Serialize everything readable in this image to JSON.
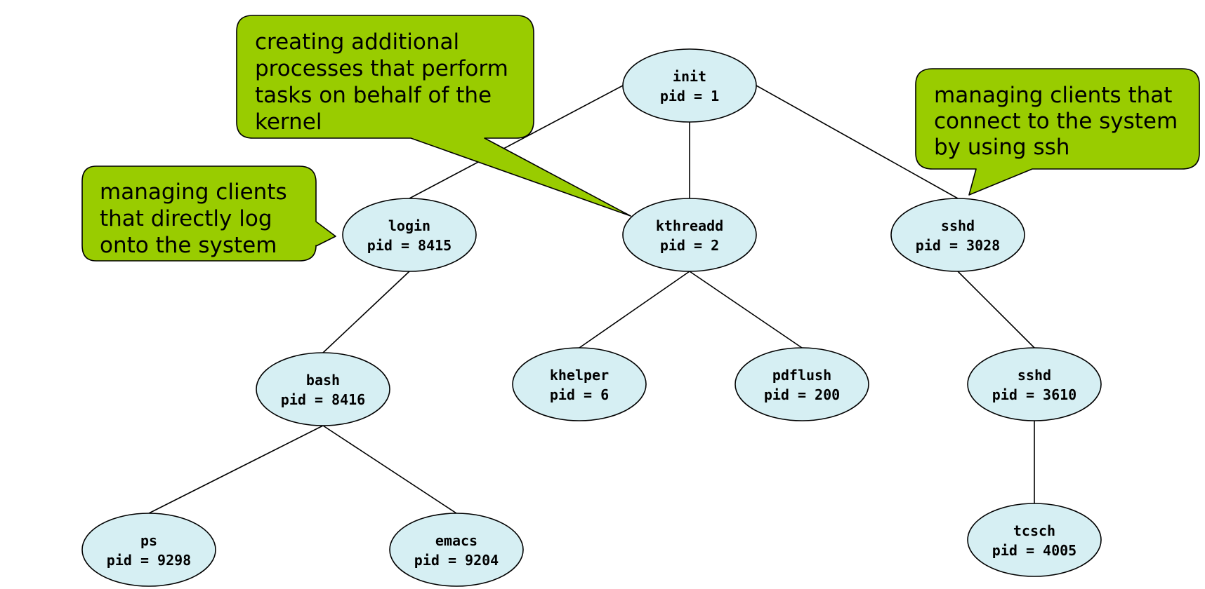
{
  "colors": {
    "node_fill": "#d6eff3",
    "callout_fill": "#99cc00",
    "edge": "#000000"
  },
  "nodes": [
    {
      "id": "init",
      "name": "init",
      "pid": "pid = 1"
    },
    {
      "id": "login",
      "name": "login",
      "pid": "pid = 8415"
    },
    {
      "id": "kthreadd",
      "name": "kthreadd",
      "pid": "pid = 2"
    },
    {
      "id": "sshd-3028",
      "name": "sshd",
      "pid": "pid = 3028"
    },
    {
      "id": "bash",
      "name": "bash",
      "pid": "pid = 8416"
    },
    {
      "id": "khelper",
      "name": "khelper",
      "pid": "pid = 6"
    },
    {
      "id": "pdflush",
      "name": "pdflush",
      "pid": "pid = 200"
    },
    {
      "id": "sshd-3610",
      "name": "sshd",
      "pid": "pid = 3610"
    },
    {
      "id": "ps",
      "name": "ps",
      "pid": "pid = 9298"
    },
    {
      "id": "emacs",
      "name": "emacs",
      "pid": "pid = 9204"
    },
    {
      "id": "tcsch",
      "name": "tcsch",
      "pid": "pid = 4005"
    }
  ],
  "edges": [
    {
      "from": "init",
      "to": "login"
    },
    {
      "from": "init",
      "to": "kthreadd"
    },
    {
      "from": "init",
      "to": "sshd-3028"
    },
    {
      "from": "login",
      "to": "bash"
    },
    {
      "from": "kthreadd",
      "to": "khelper"
    },
    {
      "from": "kthreadd",
      "to": "pdflush"
    },
    {
      "from": "sshd-3028",
      "to": "sshd-3610"
    },
    {
      "from": "bash",
      "to": "ps"
    },
    {
      "from": "bash",
      "to": "emacs"
    },
    {
      "from": "sshd-3610",
      "to": "tcsch"
    }
  ],
  "callouts": [
    {
      "id": "kthreadd",
      "target": "kthreadd",
      "lines": [
        "creating additional",
        "processes that perform",
        "tasks on behalf of the",
        "kernel"
      ]
    },
    {
      "id": "login",
      "target": "login",
      "lines": [
        "managing clients",
        "that directly log",
        "onto the system"
      ]
    },
    {
      "id": "sshd",
      "target": "sshd-3028",
      "lines": [
        "managing clients that",
        "connect to the system",
        "by using ssh"
      ]
    }
  ]
}
